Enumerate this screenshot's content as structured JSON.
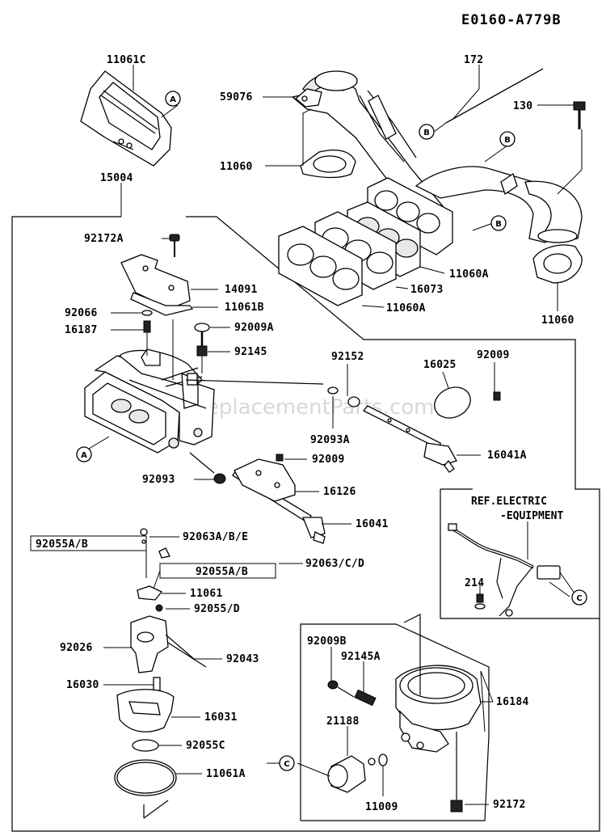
{
  "title_code": "E0160-A779B",
  "watermark": "eReplacementParts.com",
  "ref_box": {
    "line1": "REF.ELECTRIC",
    "line2": "-EQUIPMENT"
  },
  "callouts": {
    "a": "A",
    "b": "B",
    "c": "C"
  },
  "labels": {
    "p11061c": "11061C",
    "p59076": "59076",
    "p172": "172",
    "p130": "130",
    "p11060_top": "11060",
    "p15004": "15004",
    "p92172a": "92172A",
    "p11060a_1": "11060A",
    "p16073": "16073",
    "p11060a_2": "11060A",
    "p11060_right": "11060",
    "p14091": "14091",
    "p11061b": "11061B",
    "p92066": "92066",
    "p16187": "16187",
    "p92009a": "92009A",
    "p92145": "92145",
    "p92152": "92152",
    "p16025": "16025",
    "p92009_top": "92009",
    "p92093a": "92093A",
    "p16041a": "16041A",
    "p92009_mid": "92009",
    "p92093": "92093",
    "p16126": "16126",
    "p16041": "16041",
    "p92055ab_1": "92055A/B",
    "p92063abe": "92063A/B/E",
    "p92055ab_2": "92055A/B",
    "p92063cd": "92063/C/D",
    "p11061": "11061",
    "p92055d": "92055/D",
    "p92026": "92026",
    "p92043": "92043",
    "p16030": "16030",
    "p16031": "16031",
    "p92055c": "92055C",
    "p11061a": "11061A",
    "p214": "214",
    "p92009b": "92009B",
    "p92145a": "92145A",
    "p16184": "16184",
    "p21188": "21188",
    "p11009": "11009",
    "p92172": "92172"
  }
}
